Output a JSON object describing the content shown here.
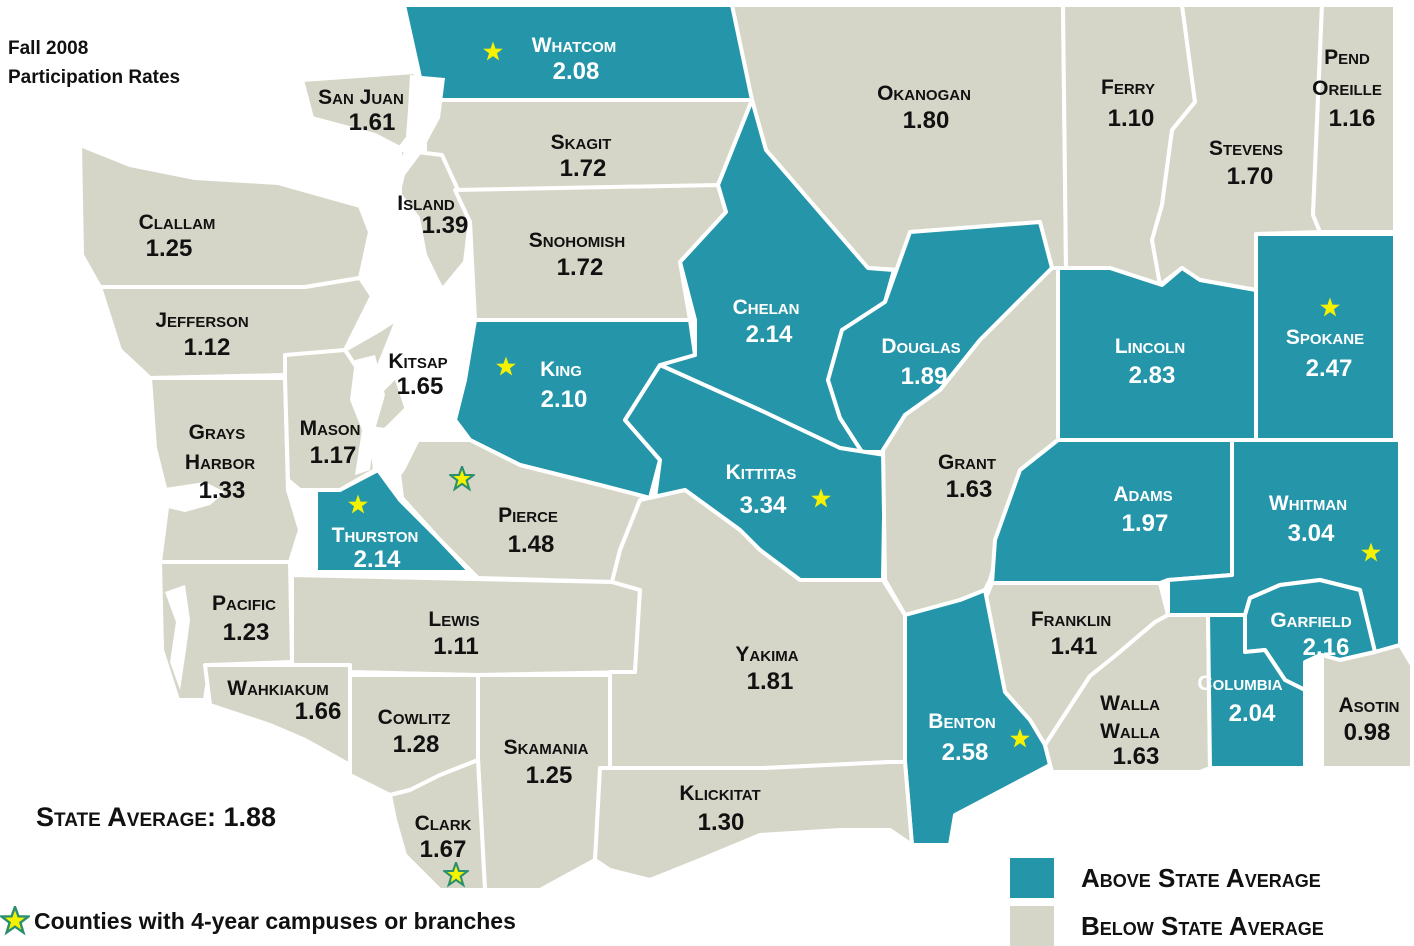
{
  "title_line1": "Fall 2008",
  "title_line2": "Participation Rates",
  "state_average": "State Average: 1.88",
  "legend": {
    "above": "Above State Average",
    "below": "Below State Average"
  },
  "campus_note": "Counties with 4-year campuses or branches",
  "colors": {
    "above": "#2596aa",
    "below": "#d6d6c8",
    "star": "#f4f200"
  },
  "icons": {
    "campus_marker": "star-icon"
  },
  "counties": {
    "whatcom": {
      "name": "Whatcom",
      "value": "2.08",
      "above": true,
      "campus": "solid"
    },
    "san_juan": {
      "name": "San Juan",
      "value": "1.61",
      "above": false
    },
    "skagit": {
      "name": "Skagit",
      "value": "1.72",
      "above": false
    },
    "okanogan": {
      "name": "Okanogan",
      "value": "1.80",
      "above": false
    },
    "ferry": {
      "name": "Ferry",
      "value": "1.10",
      "above": false
    },
    "stevens": {
      "name": "Stevens",
      "value": "1.70",
      "above": false
    },
    "pend_oreille": {
      "name1": "Pend",
      "name2": "Oreille",
      "value": "1.16",
      "above": false
    },
    "island": {
      "name": "Island",
      "value": "1.39",
      "above": false
    },
    "clallam": {
      "name": "Clallam",
      "value": "1.25",
      "above": false
    },
    "snohomish": {
      "name": "Snohomish",
      "value": "1.72",
      "above": false
    },
    "chelan": {
      "name": "Chelan",
      "value": "2.14",
      "above": true
    },
    "douglas": {
      "name": "Douglas",
      "value": "1.89",
      "above": true
    },
    "lincoln": {
      "name": "Lincoln",
      "value": "2.83",
      "above": true
    },
    "spokane": {
      "name": "Spokane",
      "value": "2.47",
      "above": true,
      "campus": "solid"
    },
    "jefferson": {
      "name": "Jefferson",
      "value": "1.12",
      "above": false
    },
    "kitsap": {
      "name": "Kitsap",
      "value": "1.65",
      "above": false
    },
    "king": {
      "name": "King",
      "value": "2.10",
      "above": true,
      "campus": "solid"
    },
    "grays_harbor": {
      "name1": "Grays",
      "name2": "Harbor",
      "value": "1.33",
      "above": false
    },
    "mason": {
      "name": "Mason",
      "value": "1.17",
      "above": false
    },
    "kittitas": {
      "name": "Kittitas",
      "value": "3.34",
      "above": true,
      "campus": "solid"
    },
    "grant": {
      "name": "Grant",
      "value": "1.63",
      "above": false
    },
    "adams": {
      "name": "Adams",
      "value": "1.97",
      "above": true
    },
    "whitman": {
      "name": "Whitman",
      "value": "3.04",
      "above": true,
      "campus": "solid"
    },
    "thurston": {
      "name": "Thurston",
      "value": "2.14",
      "above": true,
      "campus": "solid"
    },
    "pierce": {
      "name": "Pierce",
      "value": "1.48",
      "above": false,
      "campus": "hollow"
    },
    "pacific": {
      "name": "Pacific",
      "value": "1.23",
      "above": false
    },
    "lewis": {
      "name": "Lewis",
      "value": "1.11",
      "above": false
    },
    "yakima": {
      "name": "Yakima",
      "value": "1.81",
      "above": false
    },
    "franklin": {
      "name": "Franklin",
      "value": "1.41",
      "above": false
    },
    "garfield": {
      "name": "Garfield",
      "value": "2.16",
      "above": true
    },
    "wahkiakum": {
      "name": "Wahkiakum",
      "value": "1.66",
      "above": false
    },
    "cowlitz": {
      "name": "Cowlitz",
      "value": "1.28",
      "above": false
    },
    "skamania": {
      "name": "Skamania",
      "value": "1.25",
      "above": false
    },
    "benton": {
      "name": "Benton",
      "value": "2.58",
      "above": true,
      "campus": "solid"
    },
    "walla_walla": {
      "name1": "Walla",
      "name2": "Walla",
      "value": "1.63",
      "above": false
    },
    "columbia": {
      "name": "Columbia",
      "value": "2.04",
      "above": true
    },
    "asotin": {
      "name": "Asotin",
      "value": "0.98",
      "above": false
    },
    "klickitat": {
      "name": "Klickitat",
      "value": "1.30",
      "above": false
    },
    "clark": {
      "name": "Clark",
      "value": "1.67",
      "above": false,
      "campus": "hollow"
    }
  }
}
